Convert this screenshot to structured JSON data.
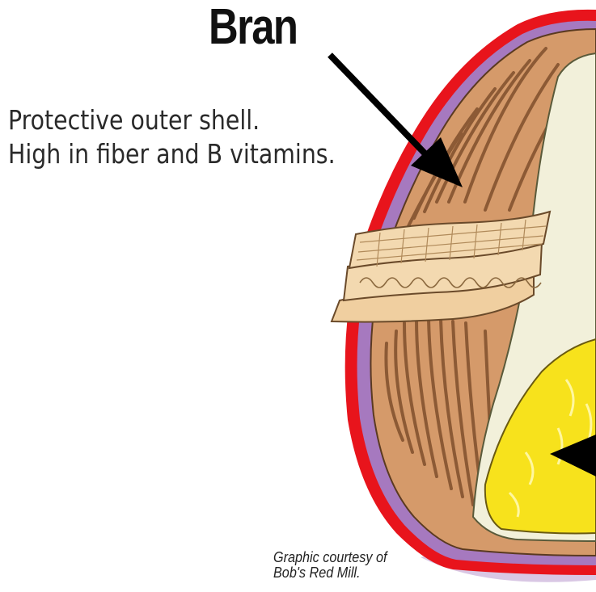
{
  "title": "Bran",
  "description": {
    "line1": "Protective outer shell.",
    "line2": "High in fiber and B vitamins."
  },
  "credit": {
    "line1": "Graphic courtesy of",
    "line2": "Bob's Red Mill."
  },
  "colors": {
    "outline": "#e8141c",
    "purple_layer": "#a679bf",
    "lilac_shadow": "#d9c7e4",
    "bran_tan": "#d59a6a",
    "bran_stripe": "#8c5a35",
    "cream_endosperm": "#f2f0da",
    "yellow_germ": "#f7e21c",
    "peel_layer": "#f0cfa0",
    "arrow": "#000000"
  }
}
